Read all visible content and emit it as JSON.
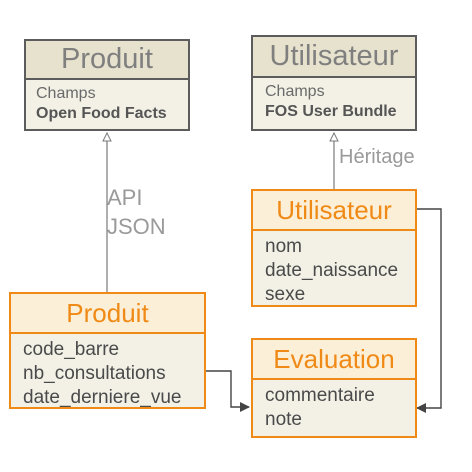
{
  "external_produit": {
    "title": "Produit",
    "line1": "Champs",
    "line2": "Open Food Facts"
  },
  "external_utilisateur": {
    "title": "Utilisateur",
    "line1": "Champs",
    "line2": "FOS User Bundle"
  },
  "labels": {
    "api": "API",
    "json": "JSON",
    "heritage": "Héritage"
  },
  "produit": {
    "title": "Produit",
    "fields": [
      "code_barre",
      "nb_consultations",
      "date_derniere_vue"
    ]
  },
  "utilisateur": {
    "title": "Utilisateur",
    "fields": [
      "nom",
      "date_naissance",
      "sexe"
    ]
  },
  "evaluation": {
    "title": "Evaluation",
    "fields": [
      "commentaire",
      "note"
    ]
  },
  "colors": {
    "orange": "#f08a16",
    "gray_border": "#5c5c5c",
    "fill": "#f3f1e6"
  }
}
